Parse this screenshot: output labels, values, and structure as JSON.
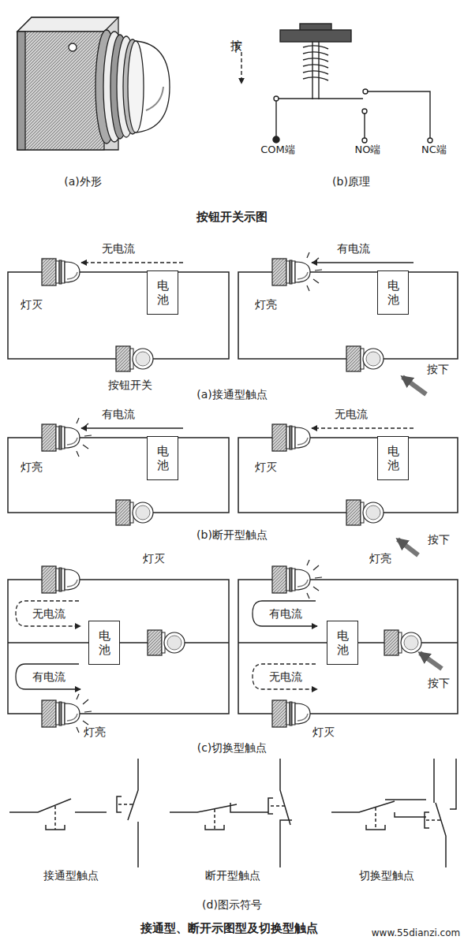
{
  "diagram": {
    "caption": "接通型、断开示图型及切换型触点",
    "nodes": [
      {
        "text": [
          "电池"
        ]
      },
      {
        "text": [
          "电池"
        ]
      },
      {
        "text": [
          "电池"
        ]
      },
      {
        "text": [
          "电池"
        ]
      },
      {
        "text": [
          "电池"
        ]
      },
      {
        "text": [
          "电池"
        ]
      }
    ],
    "labels": [
      "按下",
      "COM端",
      "NO端",
      "NC端",
      "(a)外形",
      "(b)原理",
      "按钮开关示图",
      "无电流",
      "灯灭",
      "按钮开关",
      "有电流",
      "灯亮",
      "按下",
      "(a)接通型触点",
      "有电流",
      "灯亮",
      "无电流",
      "灯灭",
      "按下",
      "(b)断开型触点",
      "灯灭",
      "无电流",
      "有电流",
      "灯亮",
      "灯亮",
      "有电流",
      "无电流",
      "按下",
      "灯灭",
      "(c)切换型触点",
      "接通型触点",
      "断开型触点",
      "切换型触点",
      "(d)图示符号",
      "www.55dianzi.com"
    ]
  }
}
